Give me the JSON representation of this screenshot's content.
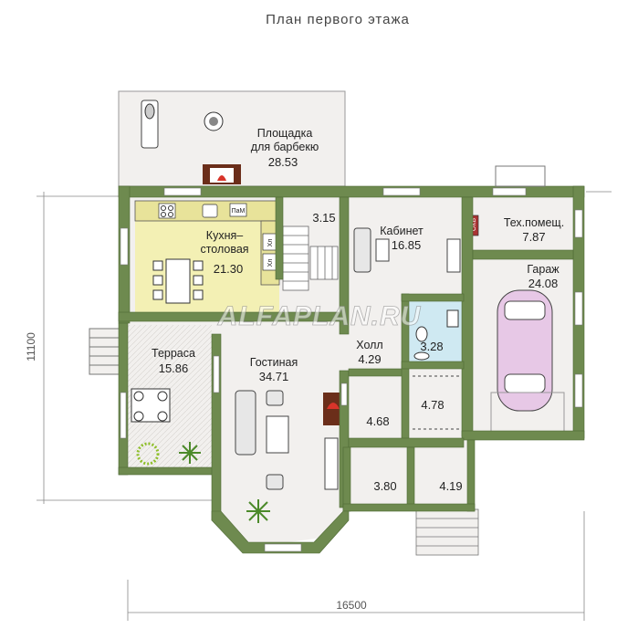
{
  "title": "План первого этажа",
  "watermark": "ALFAPLAN.RU",
  "dimensions": {
    "width": "16500",
    "height": "11100"
  },
  "rooms": {
    "bbq": {
      "name_line1": "Площадка",
      "name_line2": "для  барбекю",
      "area": "28.53"
    },
    "kitchen": {
      "name_line1": "Кухня–",
      "name_line2": "столовая",
      "area": "21.30"
    },
    "stair_hall": {
      "area": "3.15"
    },
    "office": {
      "name": "Кабинет",
      "area": "16.85"
    },
    "tech": {
      "name": "Тех.помещ.",
      "area": "7.87"
    },
    "garage": {
      "name": "Гараж",
      "area": "24.08"
    },
    "hall": {
      "name": "Холл",
      "area": "4.29"
    },
    "bathroom": {
      "area": "3.28"
    },
    "terrace": {
      "name": "Терраса",
      "area": "15.86"
    },
    "living": {
      "name": "Гостиная",
      "area": "34.71"
    },
    "closet": {
      "area": "4.78"
    },
    "room_468": {
      "area": "4.68"
    },
    "vestibule_380": {
      "area": "3.80"
    },
    "entry_419": {
      "area": "4.19"
    }
  },
  "appliance_labels": {
    "dishwasher": "ПаМ",
    "fridge": "Хл",
    "fridge2": "Хл",
    "boiler": "ОКБ"
  },
  "colors": {
    "wall": "#6e8a4f",
    "wall_dark": "#4f6a35",
    "floor": "#f2f0ee",
    "kitchen": "#f3f0b4",
    "bath": "#cfe9f2",
    "car": "#e7c8e6"
  }
}
